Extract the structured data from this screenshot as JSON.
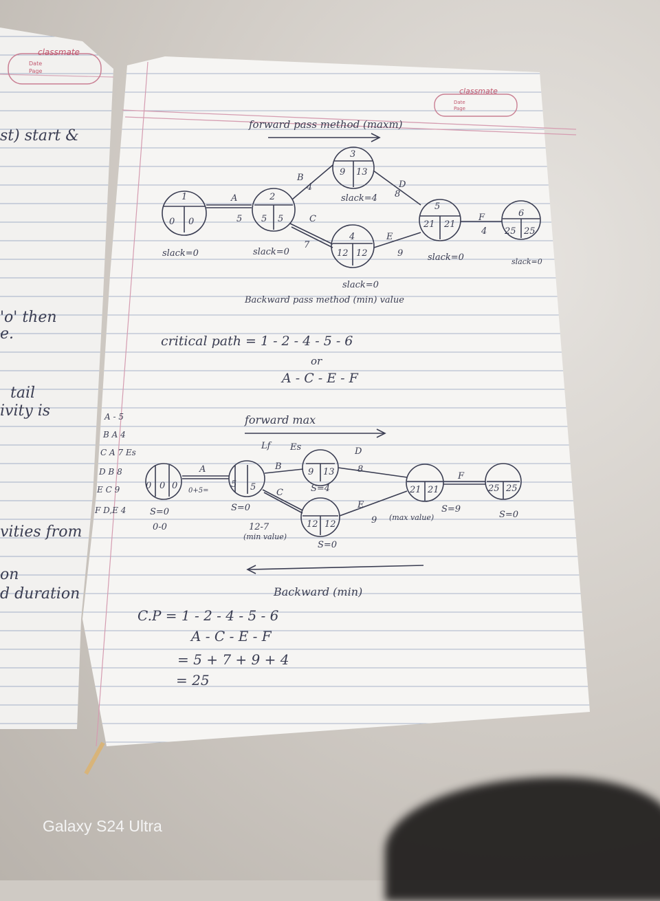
{
  "page_left": {
    "brand": "classmate",
    "date_label": "Date",
    "page_label": "Page",
    "lines": [
      "st) start &",
      "'o' then",
      "e.",
      "tail",
      "ivity is",
      "vities from",
      "on",
      "d duration"
    ],
    "margin_table": [
      "A - 5",
      "B A 4",
      "C A 7 Es",
      "D B 8",
      "E C 9",
      "F D,E 4"
    ]
  },
  "page_right": {
    "brand": "classmate",
    "date_label": "Date",
    "page_label": "Page",
    "diagram1": {
      "title": "forward pass method (maxm)",
      "backward_note": "Backward pass method (min) value",
      "nodes": [
        {
          "id": "1",
          "es": "0",
          "lf": "0",
          "slack": "slack=0"
        },
        {
          "id": "2",
          "es": "5",
          "lf": "5",
          "slack": "slack=0"
        },
        {
          "id": "3",
          "es": "9",
          "lf": "13",
          "slack": "slack=4"
        },
        {
          "id": "4",
          "es": "12",
          "lf": "12",
          "slack": "slack=0"
        },
        {
          "id": "5",
          "es": "21",
          "lf": "21",
          "slack": "slack=0"
        },
        {
          "id": "6",
          "es": "25",
          "lf": "25",
          "slack": "slack=0"
        }
      ],
      "edges": [
        {
          "label": "A",
          "duration": "5"
        },
        {
          "label": "B",
          "duration": "4"
        },
        {
          "label": "C",
          "duration": "7"
        },
        {
          "label": "D",
          "duration": "8"
        },
        {
          "label": "E",
          "duration": "9"
        },
        {
          "label": "F",
          "duration": "4"
        }
      ]
    },
    "critical_path": "critical path = 1 - 2 - 4 - 5 - 6",
    "or": "or",
    "path_letters": "A - C - E - F",
    "diagram2": {
      "title": "forward max",
      "lf": "Lf",
      "es": "Es",
      "notes": [
        "S=0",
        "0-0",
        "S=0",
        "12-7",
        "(min value)",
        "S=4",
        "S=0",
        "(max value)",
        "S=9",
        "S=0",
        "0+5="
      ],
      "backward": "Backward (min)"
    },
    "cp_lines": [
      "C.P = 1 - 2 - 4 - 5 - 6",
      "A - C - E - F",
      "= 5 + 7 + 9 + 4",
      "= 25"
    ]
  },
  "watermark": "Galaxy S24 Ultra"
}
